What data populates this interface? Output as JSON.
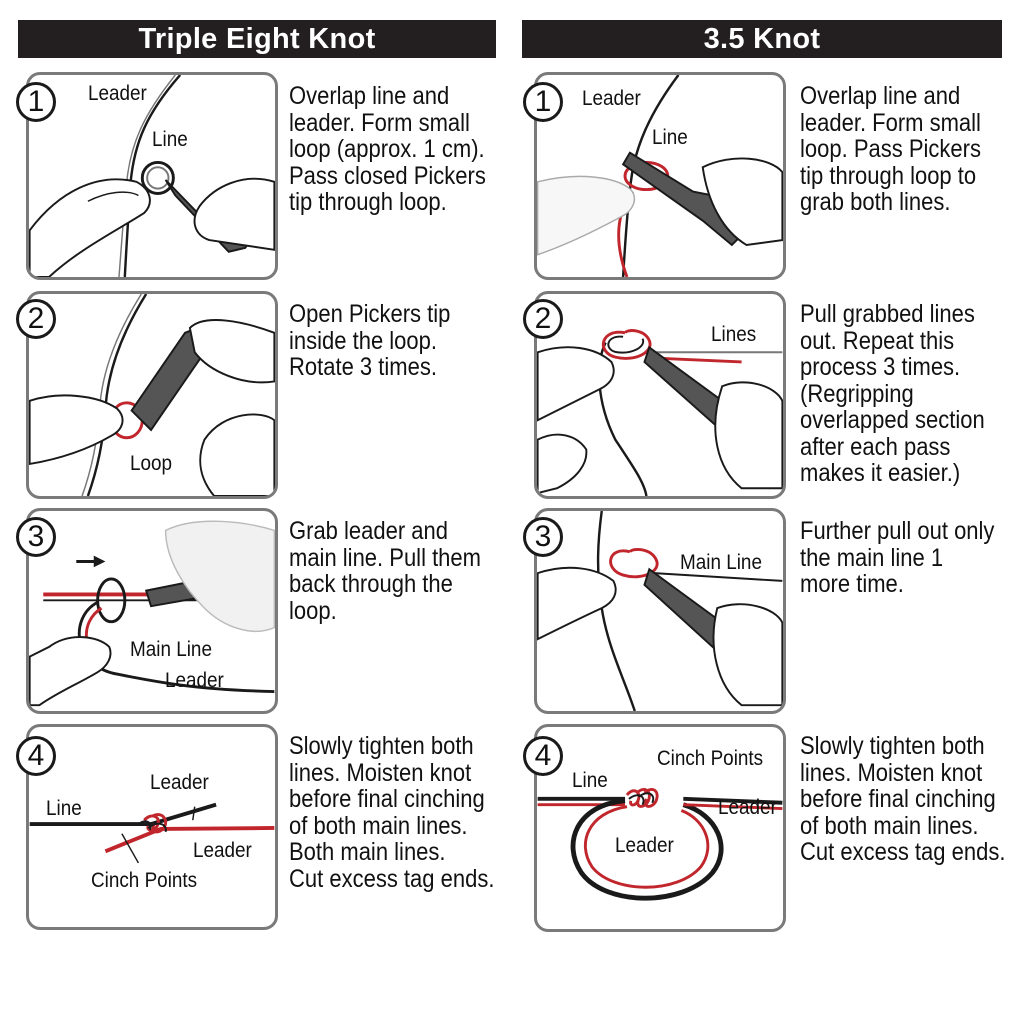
{
  "headers": {
    "left": "Triple Eight Knot",
    "right": "3.5 Knot"
  },
  "left_steps": [
    {
      "number": "1",
      "labels": [
        "Leader",
        "Line"
      ],
      "text": [
        "Overlap line and",
        "leader. Form small",
        "loop (approx. 1 cm).",
        "Pass closed Pickers",
        "tip through loop."
      ]
    },
    {
      "number": "2",
      "labels": [
        "Loop"
      ],
      "text": [
        "Open Pickers tip",
        "inside the loop.",
        "Rotate 3 times."
      ]
    },
    {
      "number": "3",
      "labels": [
        "Main Line",
        "Leader"
      ],
      "text": [
        "Grab leader and",
        "main line. Pull them",
        "back through the",
        "loop."
      ]
    },
    {
      "number": "4",
      "labels": [
        "Leader",
        "Line",
        "Leader",
        "Cinch Points"
      ],
      "text": [
        "Slowly tighten both",
        "lines. Moisten knot",
        "before final cinching",
        "of both main lines.",
        "Both main lines.",
        "Cut excess tag ends."
      ]
    }
  ],
  "right_steps": [
    {
      "number": "1",
      "labels": [
        "Leader",
        "Line"
      ],
      "text": [
        "Overlap line and",
        "leader. Form small",
        "loop. Pass Pickers",
        "tip through loop to",
        "grab both lines."
      ]
    },
    {
      "number": "2",
      "labels": [
        "Lines"
      ],
      "text": [
        "Pull grabbed lines",
        "out. Repeat this",
        "process 3 times.",
        "(Regripping",
        "overlapped section",
        "after each pass",
        "makes it easier.)"
      ]
    },
    {
      "number": "3",
      "labels": [
        "Main Line"
      ],
      "text": [
        "Further pull out only",
        "the main line 1",
        "more time."
      ]
    },
    {
      "number": "4",
      "labels": [
        "Cinch Points",
        "Line",
        "Leader",
        "Leader"
      ],
      "text": [
        "Slowly tighten both",
        "lines. Moisten knot",
        "before final cinching",
        "of both main lines.",
        "Cut excess tag ends."
      ]
    }
  ],
  "colors": {
    "header_bg": "#231f20",
    "line_black": "#1a1a1a",
    "leader_red": "#c0262c",
    "panel_border": "#7a7a7a"
  }
}
